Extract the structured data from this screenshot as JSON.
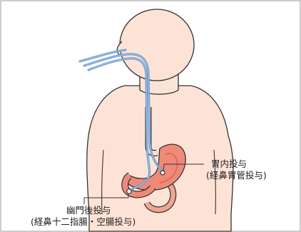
{
  "labels": {
    "gastric_title": "胃内投与",
    "gastric_sub": "(経鼻胃管投与)",
    "postpyloric_title": "幽門後投与",
    "postpyloric_sub": "(経鼻十二指腸・空腸投与)"
  },
  "colors": {
    "skin": "#fde3d6",
    "outline": "#333333",
    "stomach": "#ef8a78",
    "stomach_dark": "#e06a5a",
    "tube_blue": "#5b8fc7",
    "tube_light": "#a9c6e8",
    "frame": "#999999"
  }
}
